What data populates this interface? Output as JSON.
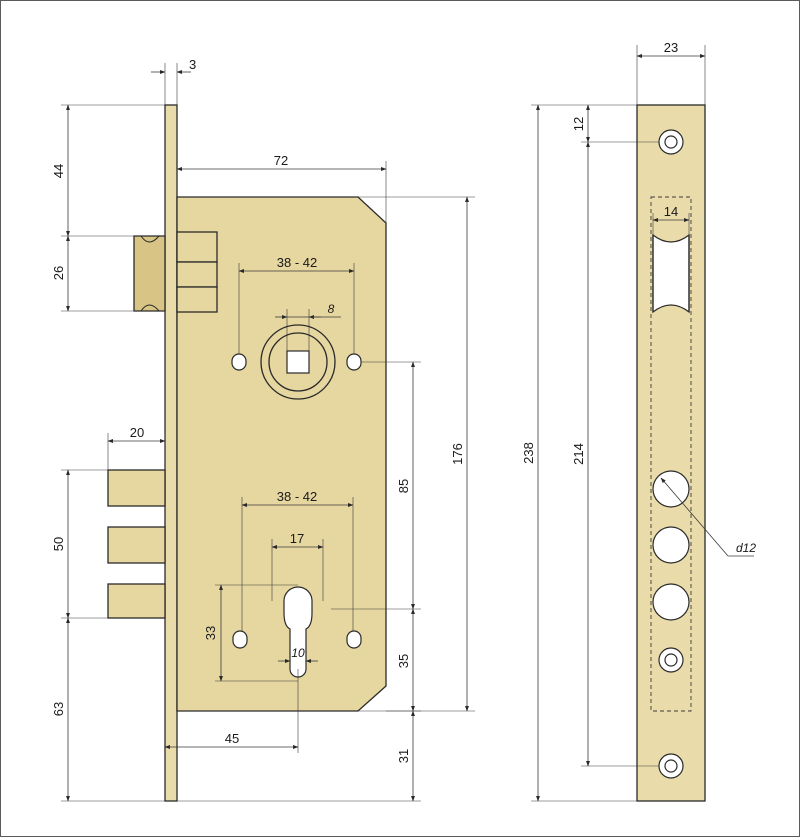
{
  "dimensions": {
    "faceplate_thickness": "3",
    "latch_top_offset": "44",
    "latch_height": "26",
    "body_depth": "72",
    "handle_fix_spacing": "38 - 42",
    "spindle_size": "8",
    "bolt_throw": "20",
    "bolt_span": "50",
    "bottom_offset": "63",
    "cyl_fix_spacing": "38 - 42",
    "cyl_width": "17",
    "cyl_height": "33",
    "cyl_lower_width": "10",
    "backset": "45",
    "center_distance": "85",
    "cyl_to_bottom": "35",
    "body_height": "176",
    "faceplate_bottom": "31",
    "faceplate_length": "238",
    "screw_spacing": "214",
    "screw_top_offset": "12",
    "faceplate_width": "23",
    "latch_slot_width": "14",
    "bolt_hole_diameter": "d12"
  }
}
